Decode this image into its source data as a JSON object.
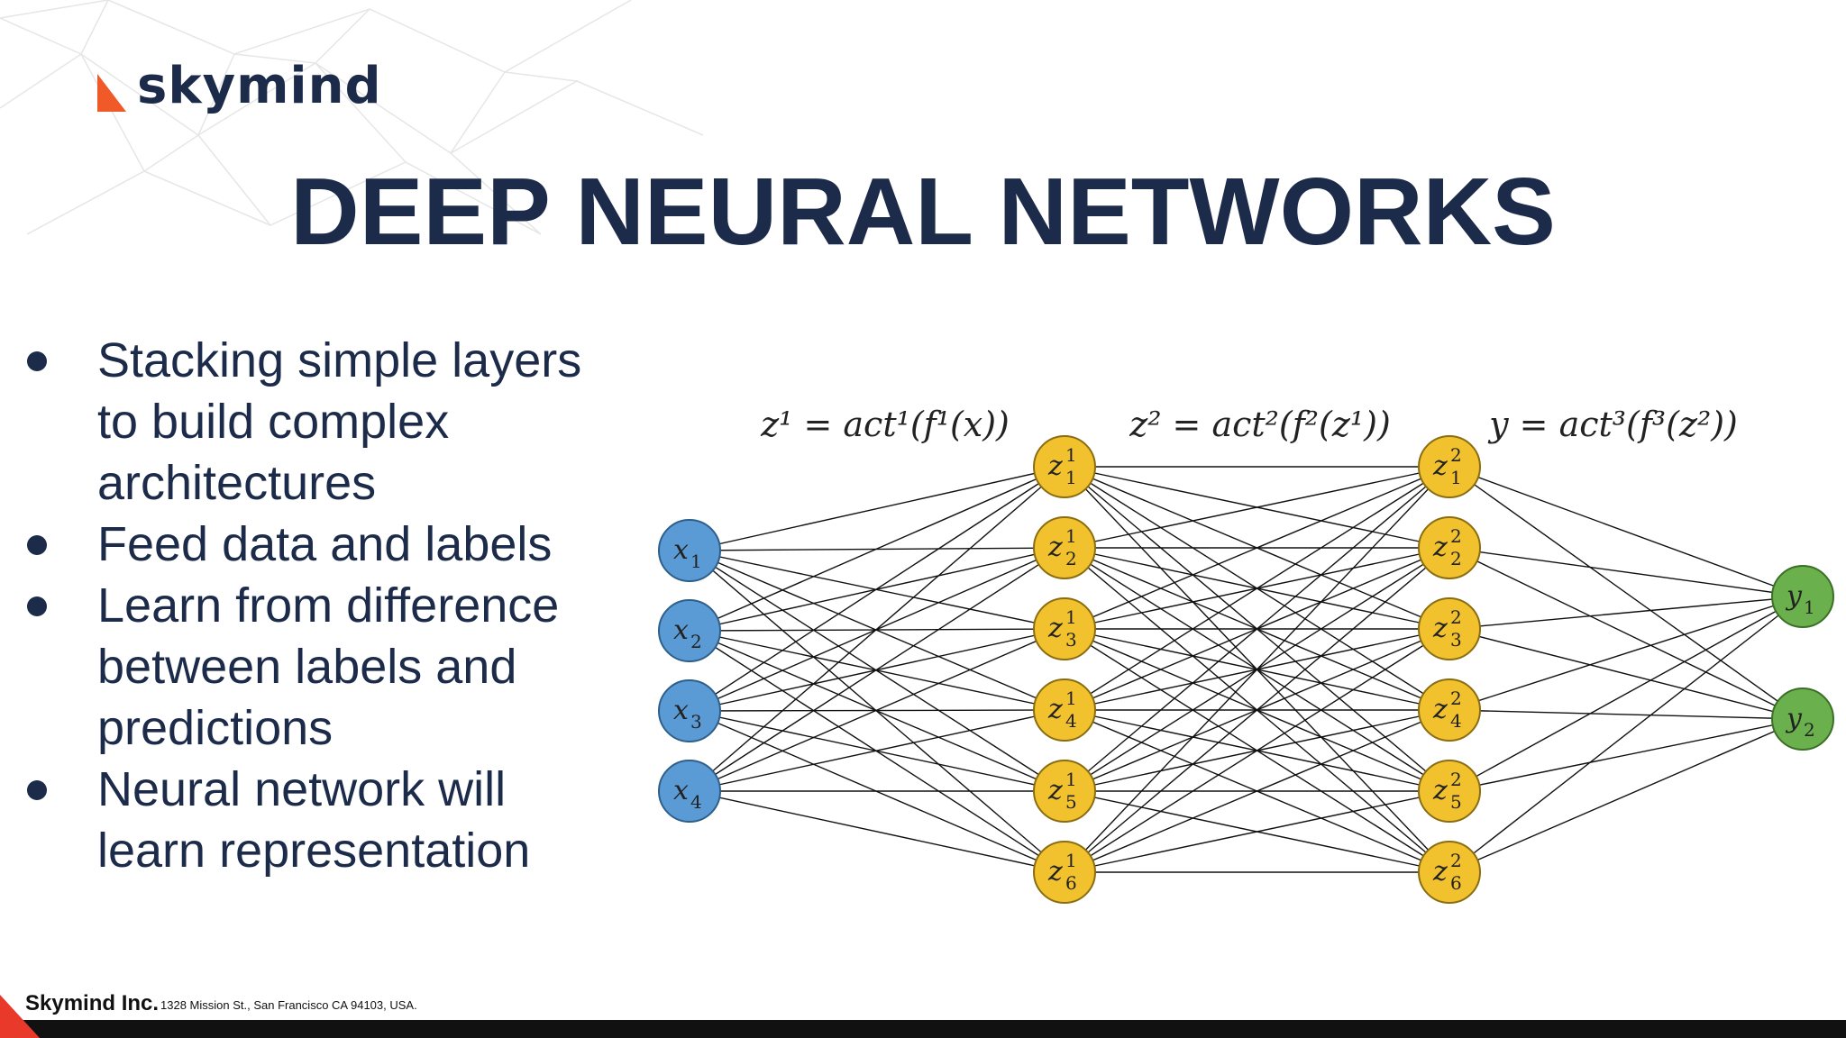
{
  "brand": {
    "logo_text": "skymind",
    "colors": {
      "navy": "#1c2b4a",
      "orange": "#f05a28",
      "red": "#e8392b"
    }
  },
  "slide": {
    "title": "DEEP NEURAL NETWORKS",
    "bullets": [
      {
        "lines": [
          "Stacking simple layers",
          "to build complex",
          "architectures"
        ]
      },
      {
        "lines": [
          "Feed data and labels"
        ]
      },
      {
        "lines": [
          "Learn from difference",
          "between labels and",
          "predictions"
        ]
      },
      {
        "lines": [
          "Neural network will",
          "learn representation"
        ]
      }
    ]
  },
  "diagram": {
    "formulas": [
      "z¹ = act¹(f¹(x))",
      "z² = act²(f²(z¹))",
      "y = act³(f³(z²))"
    ],
    "layers": [
      {
        "name": "input",
        "color": "#5b9bd5",
        "stroke": "#2e5f8a",
        "nodes": [
          {
            "base": "x",
            "sub": "1"
          },
          {
            "base": "x",
            "sub": "2"
          },
          {
            "base": "x",
            "sub": "3"
          },
          {
            "base": "x",
            "sub": "4"
          }
        ]
      },
      {
        "name": "hidden-1",
        "color": "#f2c12e",
        "stroke": "#8a6d10",
        "nodes": [
          {
            "base": "z",
            "sub": "1",
            "sup": "1"
          },
          {
            "base": "z",
            "sub": "2",
            "sup": "1"
          },
          {
            "base": "z",
            "sub": "3",
            "sup": "1"
          },
          {
            "base": "z",
            "sub": "4",
            "sup": "1"
          },
          {
            "base": "z",
            "sub": "5",
            "sup": "1"
          },
          {
            "base": "z",
            "sub": "6",
            "sup": "1"
          }
        ]
      },
      {
        "name": "hidden-2",
        "color": "#f2c12e",
        "stroke": "#8a6d10",
        "nodes": [
          {
            "base": "z",
            "sub": "1",
            "sup": "2"
          },
          {
            "base": "z",
            "sub": "2",
            "sup": "2"
          },
          {
            "base": "z",
            "sub": "3",
            "sup": "2"
          },
          {
            "base": "z",
            "sub": "4",
            "sup": "2"
          },
          {
            "base": "z",
            "sub": "5",
            "sup": "2"
          },
          {
            "base": "z",
            "sub": "6",
            "sup": "2"
          }
        ]
      },
      {
        "name": "output",
        "color": "#6ab04c",
        "stroke": "#3b6f27",
        "nodes": [
          {
            "base": "y",
            "sub": "1"
          },
          {
            "base": "y",
            "sub": "2"
          }
        ]
      }
    ]
  },
  "footer": {
    "company": "Skymind Inc.",
    "address": "1328 Mission St., San Francisco CA 94103, USA."
  }
}
